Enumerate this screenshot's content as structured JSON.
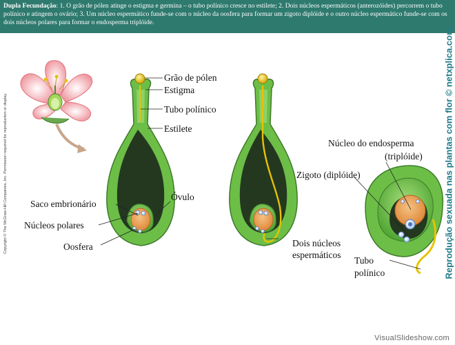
{
  "header": {
    "title": "Dupla Fecundação",
    "text": ": 1. O grão de pólen atinge o estigma e germina – o tubo polínico cresce no estilete; 2. Dois núcleos espermáticos (anterozóides) percorrem o tubo polínico e atingem o ovário; 3. Um núcleo espermático funde-se com o núcleo da oosfera para formar um zigoto diplóide e o outro núcleo espermático funde-se com os dois núcleos polares para formar o endosperma triplóide."
  },
  "labels": {
    "grao_de_polen": "Grão de pólen",
    "estigma": "Estigma",
    "tubo_polinico": "Tubo polínico",
    "estilete": "Estilete",
    "ovulo": "Óvulo",
    "saco_embrionario": "Saco embrionário",
    "nucleos_polares": "Núcleos polares",
    "oosfera": "Oosfera",
    "dois_nucleos_line1": "Dois núcleos",
    "dois_nucleos_line2": "espermáticos",
    "nucleo_endosperma_line1": "Núcleo do endosperma",
    "nucleo_endosperma_line2": "(triplóide)",
    "zigoto": "Zigoto (diplóide)",
    "tubo_polinico2_line1": "Tubo",
    "tubo_polinico2_line2": "polínico"
  },
  "copyright": "Copyright © The McGraw-Hill Companies, Inc. Permission required for reproduction or display.",
  "credit": "Reprodução sexuada nas plantas com flor © netxplica.com",
  "footer": "VisualSlideshow.com",
  "colors": {
    "header_bg": "#2f7a6e",
    "ovary_green": "#5cb83e",
    "ovary_dark": "#243820",
    "pollen_yellow": "#e7c300",
    "petal_pink": "#f2a6ad",
    "credit_teal": "#1f7a8a"
  }
}
